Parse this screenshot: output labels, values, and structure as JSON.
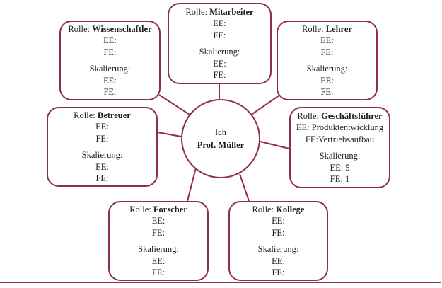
{
  "center": {
    "line1": "Ich",
    "name": "Prof. Müller"
  },
  "labels": {
    "role_prefix": "Rolle: ",
    "scaling": "Skalierung:"
  },
  "roles": {
    "mitarbeiter": {
      "name": "Mitarbeiter",
      "ee": "EE:",
      "fe": "FE:",
      "scale_ee": "EE:",
      "scale_fe": "FE:"
    },
    "wissenschaftler": {
      "name": "Wissenschaftler",
      "ee": "EE:",
      "fe": "FE:",
      "scale_ee": "EE:",
      "scale_fe": "FE:"
    },
    "lehrer": {
      "name": "Lehrer",
      "ee": "EE:",
      "fe": "FE:",
      "scale_ee": "EE:",
      "scale_fe": "FE:"
    },
    "betreuer": {
      "name": "Betreuer",
      "ee": "EE:",
      "fe": "FE:",
      "scale_ee": "EE:",
      "scale_fe": "FE:"
    },
    "geschaeftsfuehrer": {
      "name": "Geschäftsführer",
      "ee": "EE: Produktentwicklung",
      "fe": "FE:Vertriebsaufbau",
      "scale_ee": "EE: 5",
      "scale_fe": "FE: 1"
    },
    "forscher": {
      "name": "Forscher",
      "ee": "EE:",
      "fe": "FE:",
      "scale_ee": "EE:",
      "scale_fe": "FE:"
    },
    "kollege": {
      "name": "Kollege",
      "ee": "EE:",
      "fe": "FE:",
      "scale_ee": "EE:",
      "scale_fe": "FE:"
    }
  },
  "colors": {
    "accent": "#8e2d52",
    "text": "#1e1e1e"
  }
}
